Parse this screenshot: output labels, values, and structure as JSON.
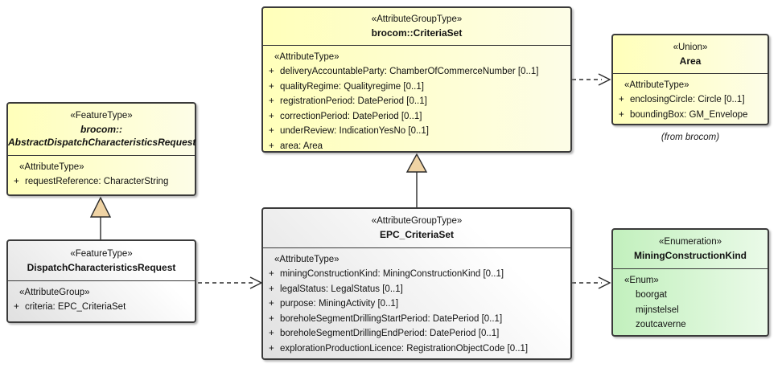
{
  "diagram": {
    "boxes": {
      "criteria_set": {
        "stereotype": "«AttributeGroupType»",
        "name": "brocom::CriteriaSet",
        "section": "«AttributeType»",
        "attributes": [
          {
            "vis": "+",
            "text": "deliveryAccountableParty: ChamberOfCommerceNumber [0..1]"
          },
          {
            "vis": "+",
            "text": "qualityRegime: Qualityregime [0..1]"
          },
          {
            "vis": "+",
            "text": "registrationPeriod: DatePeriod [0..1]"
          },
          {
            "vis": "+",
            "text": "correctionPeriod: DatePeriod [0..1]"
          },
          {
            "vis": "+",
            "text": "underReview: IndicationYesNo [0..1]"
          },
          {
            "vis": "+",
            "text": "area: Area"
          }
        ]
      },
      "area": {
        "stereotype": "«Union»",
        "name": "Area",
        "section": "«AttributeType»",
        "attributes": [
          {
            "vis": "+",
            "text": "enclosingCircle: Circle [0..1]"
          },
          {
            "vis": "+",
            "text": "boundingBox: GM_Envelope"
          }
        ],
        "caption": "(from brocom)"
      },
      "abstract_request": {
        "stereotype": "«FeatureType»",
        "name_line1": "brocom::",
        "name_line2": "AbstractDispatchCharacteristicsRequest",
        "section": "«AttributeType»",
        "attributes": [
          {
            "vis": "+",
            "text": "requestReference: CharacterString"
          }
        ]
      },
      "dispatch_request": {
        "stereotype": "«FeatureType»",
        "name": "DispatchCharacteristicsRequest",
        "section": "«AttributeGroup»",
        "attributes": [
          {
            "vis": "+",
            "text": "criteria: EPC_CriteriaSet"
          }
        ]
      },
      "epc_criteria_set": {
        "stereotype": "«AttributeGroupType»",
        "name": "EPC_CriteriaSet",
        "section": "«AttributeType»",
        "attributes": [
          {
            "vis": "+",
            "text": "miningConstructionKind: MiningConstructionKind [0..1]"
          },
          {
            "vis": "+",
            "text": "legalStatus: LegalStatus [0..1]"
          },
          {
            "vis": "+",
            "text": "purpose: MiningActivity [0..1]"
          },
          {
            "vis": "+",
            "text": "boreholeSegmentDrillingStartPeriod: DatePeriod [0..1]"
          },
          {
            "vis": "+",
            "text": "boreholeSegmentDrillingEndPeriod: DatePeriod [0..1]"
          },
          {
            "vis": "+",
            "text": "explorationProductionLicence: RegistrationObjectCode [0..1]"
          }
        ]
      },
      "mining_kind": {
        "stereotype": "«Enumeration»",
        "name": "MiningConstructionKind",
        "section": "«Enum»",
        "literals": [
          "boorgat",
          "mijnstelsel",
          "zoutcaverne"
        ]
      }
    },
    "colors": {
      "yellow_fill_left": "#ffffba",
      "yellow_fill_right": "#fdfde7",
      "green_fill_left": "#c2f0bd",
      "green_fill_right": "#eafae8",
      "gray_fill_dark": "#e0e0e0",
      "box_border": "#3a3a3a",
      "generalization_triangle": "#efd3a4"
    }
  }
}
